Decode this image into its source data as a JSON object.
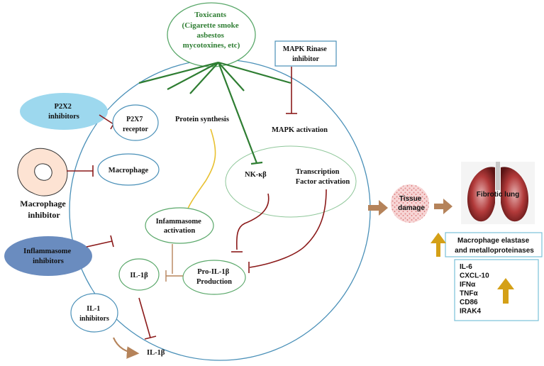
{
  "toxicants": {
    "line1": "Toxicants",
    "line2": "(Cigarette smoke",
    "line3": "asbestos",
    "line4": "mycotoxines, etc)"
  },
  "mapk_inhibitor": {
    "line1": "MAPK Rinase",
    "line2": "inhibitor"
  },
  "p2x2_inhibitors": {
    "line1": "P2X2",
    "line2": "inhibitors"
  },
  "p2x7_receptor": {
    "line1": "P2X7",
    "line2": "receptor"
  },
  "protein_synthesis": "Protein synthesis",
  "mapk_activation": "MAPK activation",
  "macrophage_inhibitor": {
    "line1": "Macrophage",
    "line2": "inhibitor"
  },
  "macrophage": "Macrophage",
  "nfkb": "NK-κβ",
  "transcription": {
    "line1": "Transcription",
    "line2": "Factor activation"
  },
  "tissue_damage": {
    "line1": "Tissue",
    "line2": "damage"
  },
  "fibrotic_lung": "Fibrotic lung",
  "inflammasome_activation": {
    "line1": "Infammasome",
    "line2": "activation"
  },
  "inflammasome_inhibitors": {
    "line1": "Inflammasome",
    "line2": "inhibitors"
  },
  "macrophage_elastase": {
    "line1": "Macrophage elastase",
    "line2": "and metalloproteinases"
  },
  "il1b_inner": "IL-1β",
  "pro_il1b": {
    "line1": "Pro-IL-1β",
    "line2": "Production"
  },
  "cytokines": [
    "IL-6",
    "CXCL-10",
    "IFNα",
    "TNFα",
    "CD86",
    "IRAK4"
  ],
  "il1_inhibitors": {
    "line1": "IL-1",
    "line2": "inhibitors"
  },
  "il1b_outer": "IL-1β",
  "colors": {
    "green": "#2e7d32",
    "inhibit_red": "#8b1a1a",
    "circle_blue": "#4a90b8",
    "green_outline": "#5aa86a",
    "yellow": "#e8c030",
    "brown_arrow": "#b5835a",
    "up_arrow": "#d4a017",
    "p2x2_fill": "#9dd8ee",
    "inflammasome_fill": "#6a8cbf"
  }
}
